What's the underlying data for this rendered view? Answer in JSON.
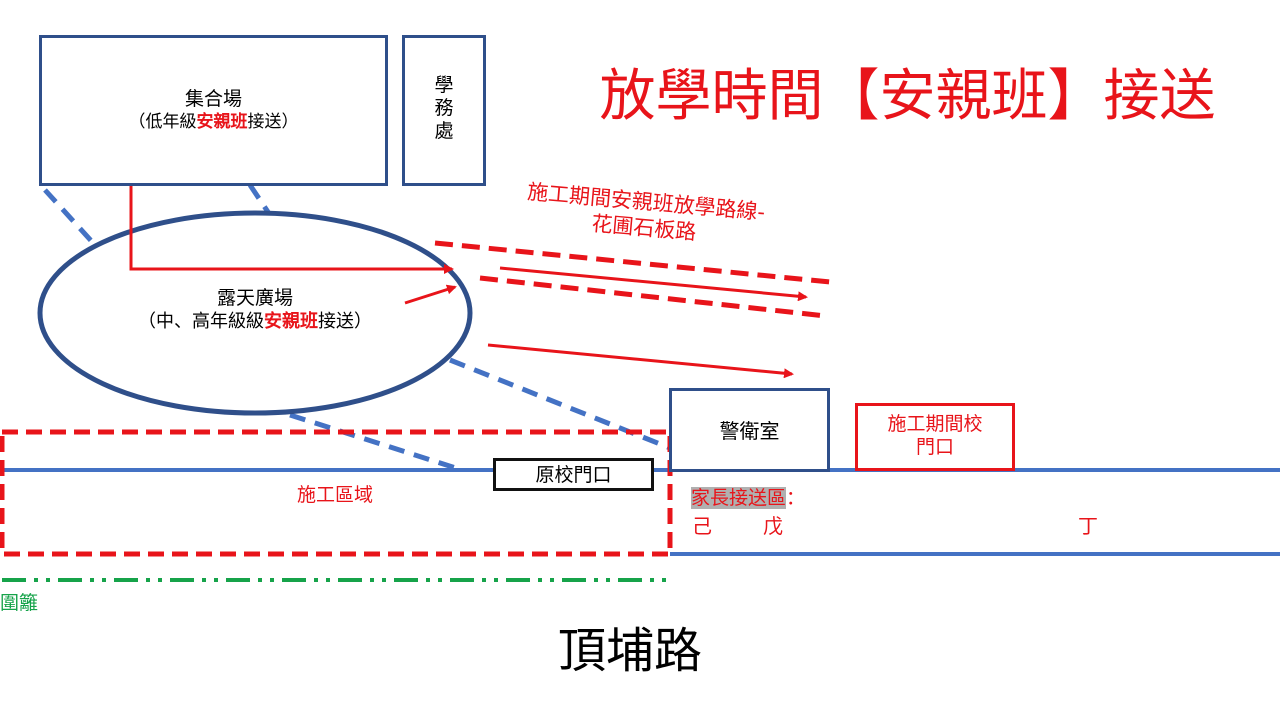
{
  "title": "放學時間【安親班】接送",
  "gathering_area": {
    "line1": "集合場",
    "line2_pre": "（低年級",
    "line2_highlight": "安親班",
    "line2_post": "接送）"
  },
  "student_affairs": "學務處",
  "plaza": {
    "line1": "露天廣場",
    "line2_pre": "（中、高年級級",
    "line2_highlight": "安親班",
    "line2_post": "接送）"
  },
  "route_label": {
    "line1": "施工期間安親班放學路線-",
    "line2": "花圃石板路"
  },
  "guard_room": "警衛室",
  "temp_gate": {
    "line1": "施工期間校",
    "line2": "門口"
  },
  "original_gate": "原校門口",
  "construction_zone": "施工區域",
  "pickup": {
    "label": "家長接送區",
    "colon": "：",
    "zone1": "己",
    "zone2": "戊",
    "zone3": "丁"
  },
  "fence": "圍籬",
  "road": "頂埔路",
  "colors": {
    "blue": "#2f4f8a",
    "light_blue": "#4472c4",
    "red": "#e8141a",
    "green": "#16a34a",
    "highlight_gray": "#b0b0b0"
  }
}
